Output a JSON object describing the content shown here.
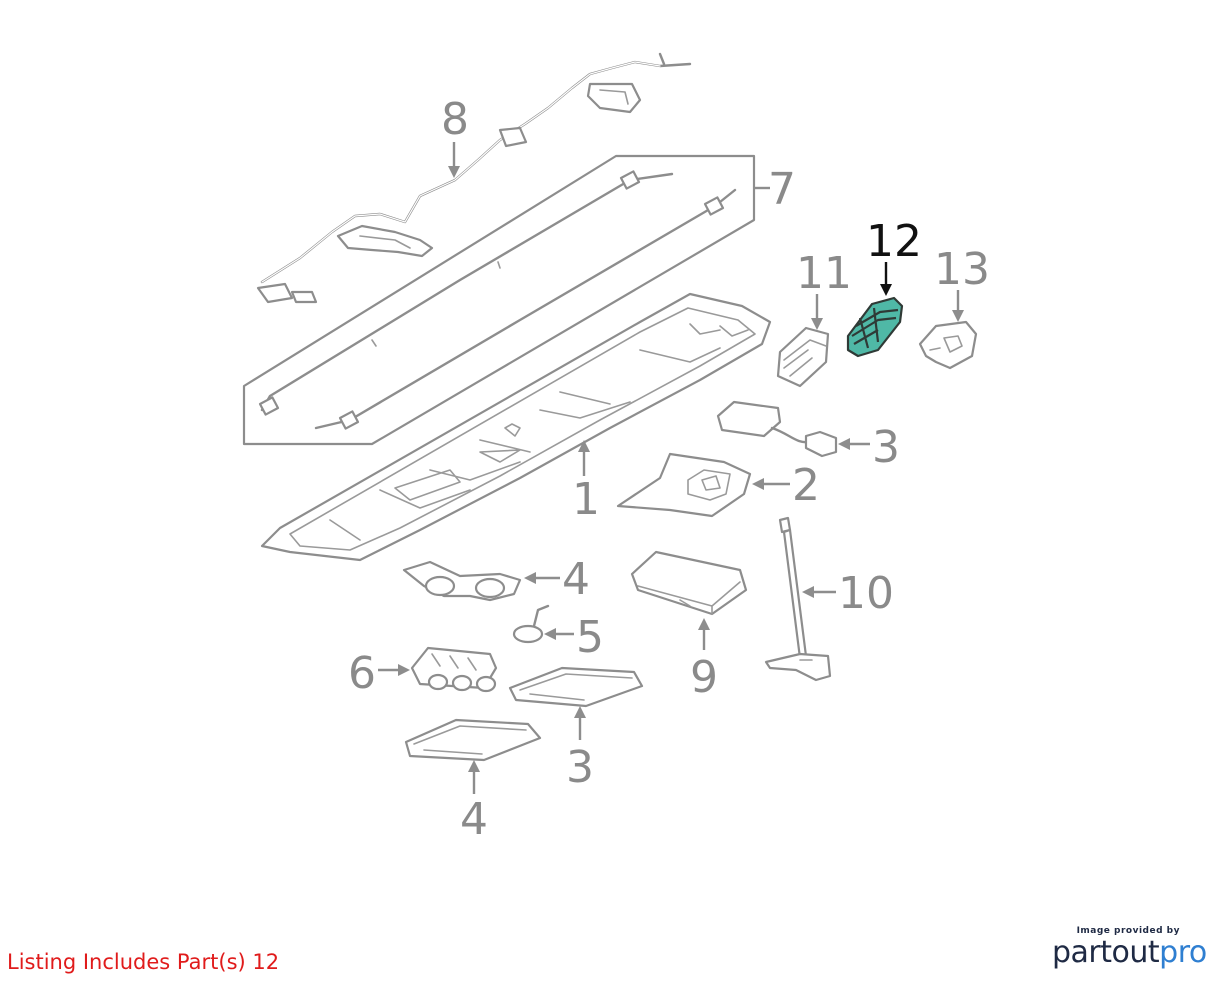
{
  "callouts": [
    {
      "id": "8",
      "text": "8",
      "highlighted": false
    },
    {
      "id": "7",
      "text": "7",
      "highlighted": false
    },
    {
      "id": "12",
      "text": "12",
      "highlighted": true
    },
    {
      "id": "11",
      "text": "11",
      "highlighted": false
    },
    {
      "id": "13",
      "text": "13",
      "highlighted": false
    },
    {
      "id": "3-top",
      "text": "3",
      "highlighted": false
    },
    {
      "id": "1",
      "text": "1",
      "highlighted": false
    },
    {
      "id": "2",
      "text": "2",
      "highlighted": false
    },
    {
      "id": "4-mid",
      "text": "4",
      "highlighted": false
    },
    {
      "id": "10",
      "text": "10",
      "highlighted": false
    },
    {
      "id": "5",
      "text": "5",
      "highlighted": false
    },
    {
      "id": "6",
      "text": "6",
      "highlighted": false
    },
    {
      "id": "9",
      "text": "9",
      "highlighted": false
    },
    {
      "id": "3-bottom",
      "text": "3",
      "highlighted": false
    },
    {
      "id": "4-bottom",
      "text": "4",
      "highlighted": false
    }
  ],
  "listing": {
    "text": "Listing Includes Part(s)  12"
  },
  "provider": {
    "tagline": "Image provided by",
    "logo_main": "partout",
    "logo_accent": "pro"
  },
  "colors": {
    "highlight_part": "#4fb8a6",
    "highlight_label": "#111111",
    "line_art": "#8d8d8d",
    "label_text": "#8a8a8a",
    "listing_text": "#e01b1b",
    "logo_dark": "#1f2a44",
    "logo_accent": "#2f7fd1"
  }
}
